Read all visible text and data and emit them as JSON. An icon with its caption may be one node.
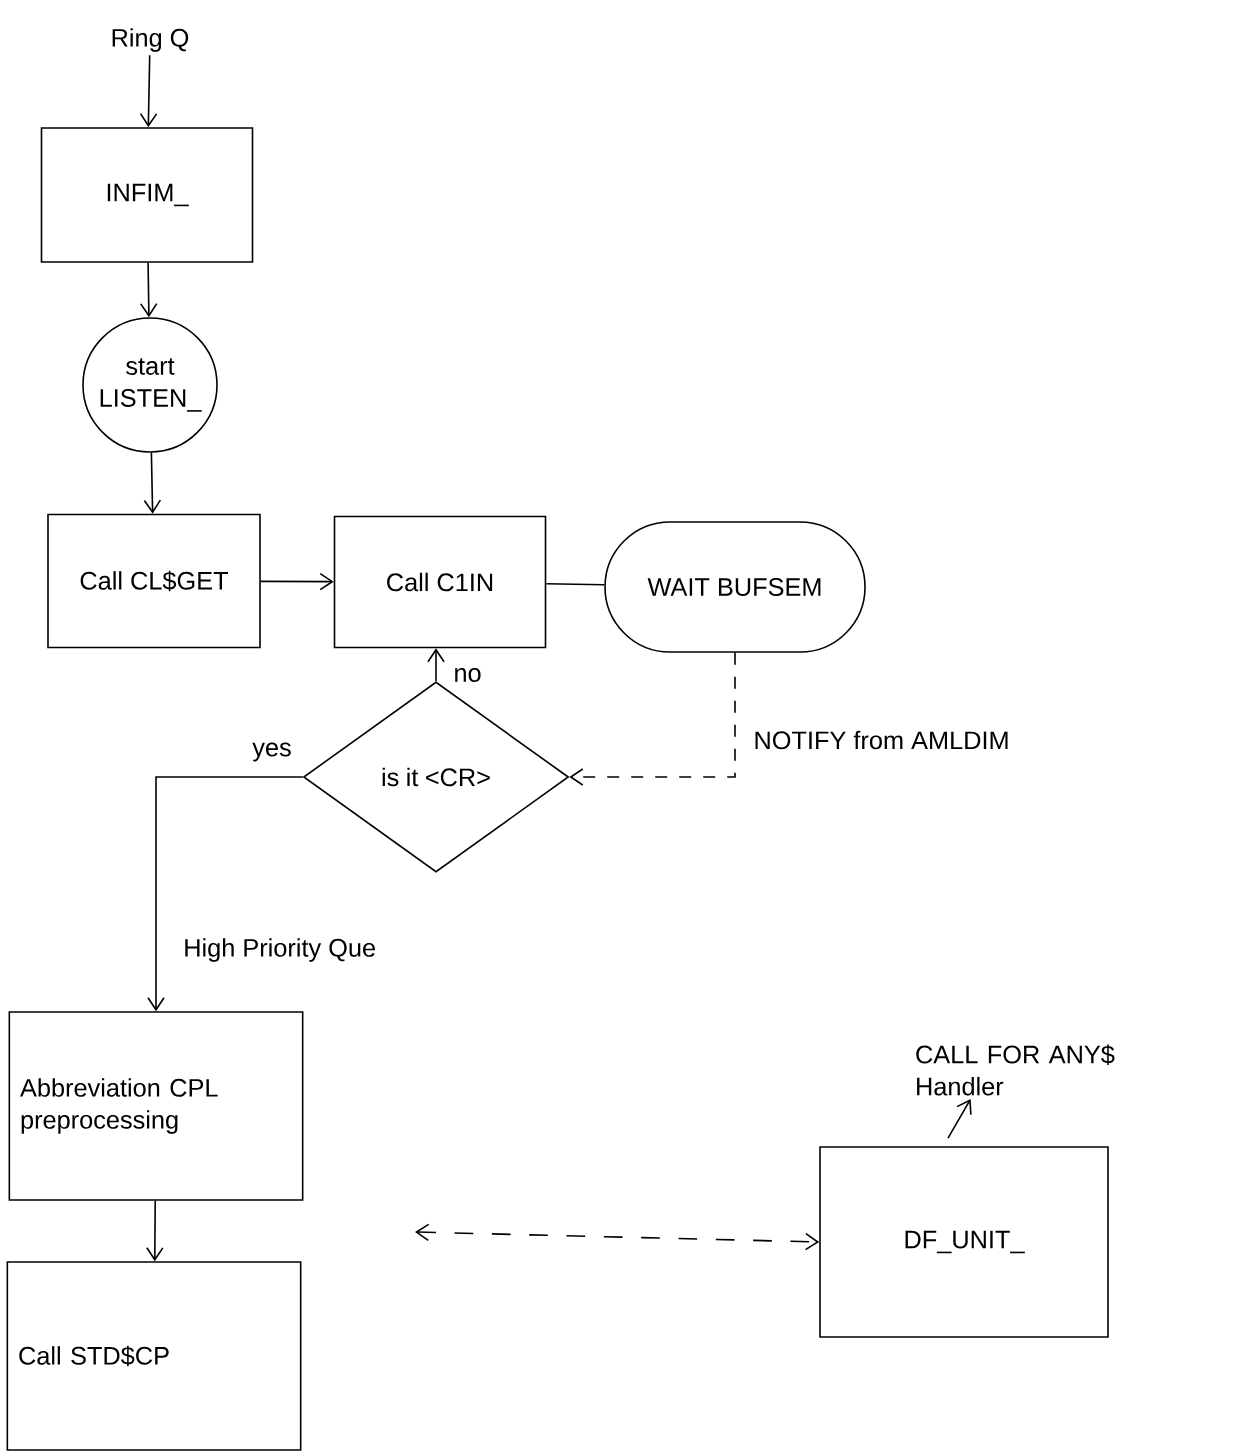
{
  "diagram": {
    "nodes": [
      {
        "text": [
          "Ring Q"
        ]
      },
      {
        "text": [
          "INFIM_"
        ]
      },
      {
        "text": [
          "start LISTEN_"
        ]
      },
      {
        "text": [
          "Call CL$GET"
        ]
      },
      {
        "text": [
          "Call C1IN"
        ]
      },
      {
        "text": [
          "WAIT BUFSEM"
        ]
      },
      {
        "text": [
          "is it <CR>"
        ]
      },
      {
        "text": [
          "Abbreviation CPL preprocessing"
        ]
      },
      {
        "text": [
          "Call STD$CP"
        ]
      },
      {
        "text": [
          "DF_UNIT_"
        ]
      },
      {
        "text": [
          "CALL FOR ANY$ Handler"
        ]
      }
    ],
    "edges": [
      {
        "from": 0,
        "to": 1,
        "arrow": "to"
      },
      {
        "from": 1,
        "to": 2,
        "arrow": "to"
      },
      {
        "from": 2,
        "to": 3,
        "arrow": "to"
      },
      {
        "from": 3,
        "to": 4,
        "arrow": "to"
      },
      {
        "from": 4,
        "to": 5,
        "arrow": "none"
      },
      {
        "from": 6,
        "to": 4,
        "arrow": "to",
        "label": "no"
      },
      {
        "from": 5,
        "to": 6,
        "arrow": "to",
        "style": "dashed",
        "label": "NOTIFY from AMLDIM"
      },
      {
        "from": 6,
        "to": 7,
        "arrow": "to",
        "label": "yes"
      },
      {
        "from": 7,
        "to": 8,
        "arrow": "to"
      },
      {
        "from": null,
        "to": 9,
        "arrow": "both",
        "style": "dashed"
      },
      {
        "from": 9,
        "to": 10,
        "arrow": "to"
      }
    ],
    "labels": [
      "High Priority Que"
    ]
  }
}
